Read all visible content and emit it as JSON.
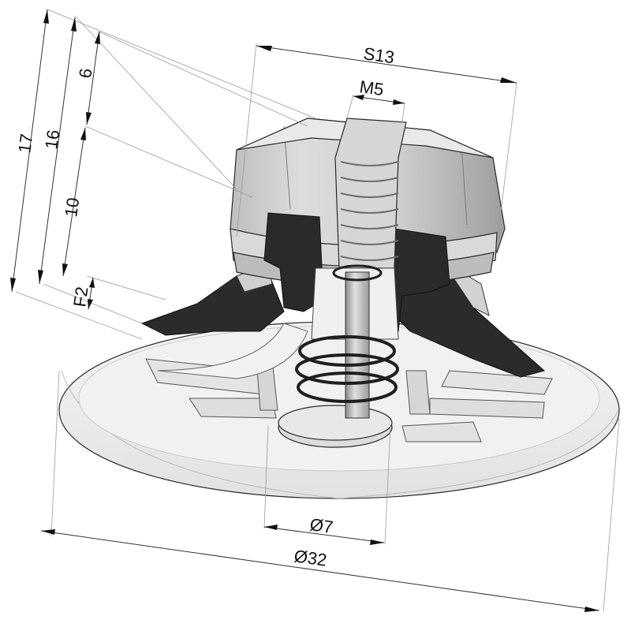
{
  "dimensions": {
    "s13": "S13",
    "m5": "M5",
    "h17": "17",
    "h16": "16",
    "h6": "6",
    "h10": "10",
    "f2": "F2",
    "d7": "Ø7",
    "d32": "Ø32"
  },
  "colors": {
    "background": "#ffffff",
    "metal_light": "#e6e6e6",
    "metal_mid": "#c4c4c4",
    "metal_dark": "#8c8c8c",
    "rubber": "#2b2b2b",
    "cup": "#ededed",
    "line": "#333333"
  }
}
